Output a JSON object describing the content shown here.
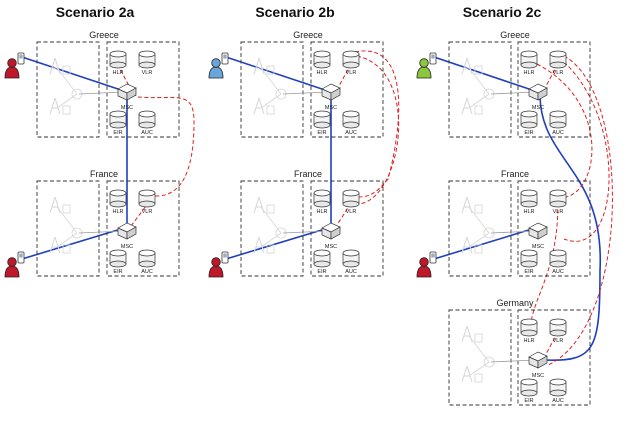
{
  "scenarios": [
    {
      "title": "Scenario 2a",
      "regions": [
        {
          "name": "Greece",
          "nodes": {
            "hlr": "HLR",
            "vlr": "VLR",
            "msc": "MSC",
            "eir": "EIR",
            "auc": "AUC"
          }
        },
        {
          "name": "France",
          "nodes": {
            "hlr": "HLR",
            "vlr": "VLR",
            "msc": "MSC",
            "eir": "EIR",
            "auc": "AUC"
          }
        }
      ],
      "user_colors": [
        "#c0182a",
        "#c0182a"
      ]
    },
    {
      "title": "Scenario 2b",
      "regions": [
        {
          "name": "Greece",
          "nodes": {
            "hlr": "HLR",
            "vlr": "VLR",
            "msc": "MSC",
            "eir": "EIR",
            "auc": "AUC"
          }
        },
        {
          "name": "France",
          "nodes": {
            "hlr": "HLR",
            "vlr": "VLR",
            "msc": "MSC",
            "eir": "EIR",
            "auc": "AUC"
          }
        }
      ],
      "user_colors": [
        "#6aa6dc",
        "#c0182a"
      ]
    },
    {
      "title": "Scenario 2c",
      "regions": [
        {
          "name": "Greece",
          "nodes": {
            "hlr": "HLR",
            "vlr": "VLR",
            "msc": "MSC",
            "eir": "EIR",
            "auc": "AUC"
          }
        },
        {
          "name": "France",
          "nodes": {
            "hlr": "HLR",
            "vlr": "VLR",
            "msc": "MSC",
            "eir": "EIR",
            "auc": "AUC"
          }
        },
        {
          "name": "Germany",
          "nodes": {
            "hlr": "HLR",
            "vlr": "VLR",
            "msc": "MSC",
            "eir": "EIR",
            "auc": "AUC"
          }
        }
      ],
      "user_colors": [
        "#8cc63f",
        "#c0182a"
      ]
    }
  ],
  "colors": {
    "signal_line": "#1f3fbf",
    "signaling_dashed": "#e02020",
    "box_border": "#333333",
    "faint_element": "#d6d6d6"
  }
}
